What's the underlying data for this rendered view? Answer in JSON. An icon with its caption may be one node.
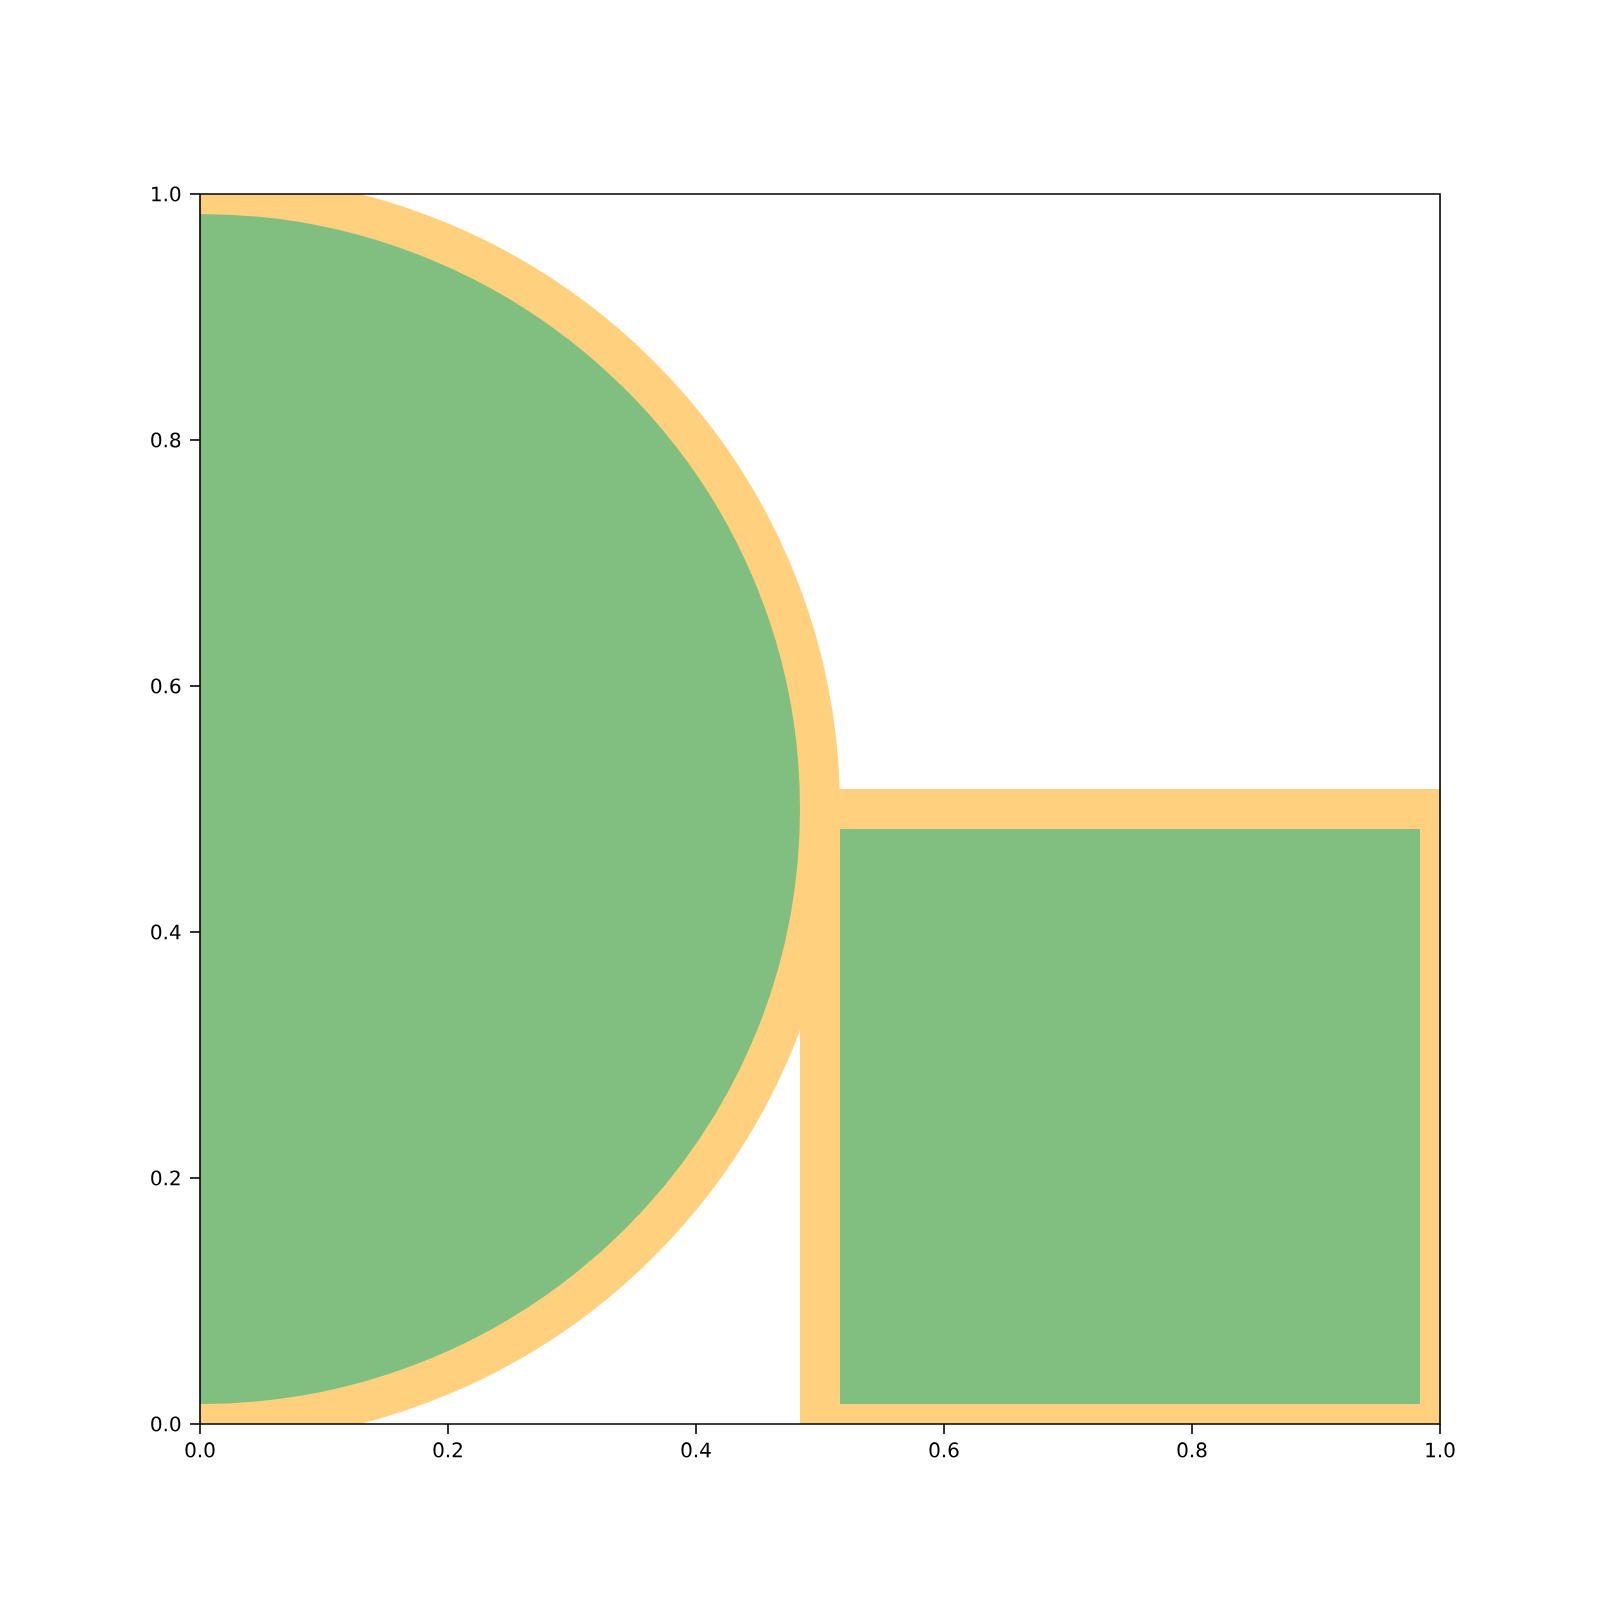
{
  "diagram": {
    "nodes": [
      {
        "text": [],
        "shape": "circle"
      },
      {
        "text": [],
        "shape": "box"
      }
    ],
    "labels": [
      "1.0",
      "0.8",
      "0.6",
      "0.4",
      "0.2",
      "0.0",
      "0.0",
      "0.2",
      "0.4",
      "0.6",
      "0.8",
      "1.0"
    ]
  }
}
